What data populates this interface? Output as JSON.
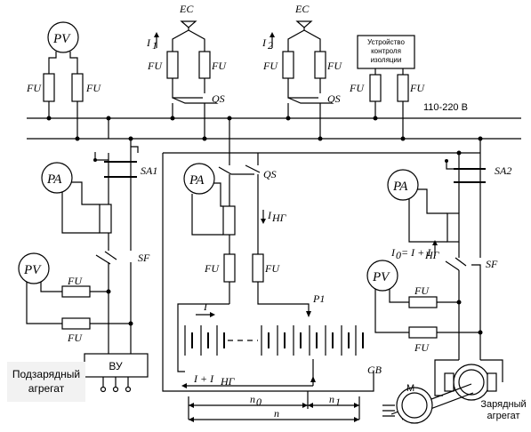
{
  "meters": {
    "pv": "PV",
    "pa": "PA"
  },
  "fuse": "FU",
  "load": {
    "ec": "EC",
    "i1": "I",
    "i1_sub": "1",
    "i2": "I",
    "i2_sub": "2"
  },
  "switches": {
    "qs": "QS",
    "sa1": "SA1",
    "sa2": "SA2",
    "sf": "SF",
    "p1": "P1"
  },
  "insulation_monitor": {
    "line1": "Устройство",
    "line2": "контроля",
    "line3": "изоляции"
  },
  "bus_voltage": "110-220 В",
  "currents": {
    "i_ng": "I",
    "i_ng_sub": "НГ",
    "i0_formula": "I",
    "i0_sub": "0",
    "i0_rest": "= I + I",
    "i0_rest_sub": "НГ",
    "i": "I",
    "i_plus": "I + I",
    "i_plus_sub": "НГ"
  },
  "battery": {
    "gb": "GB",
    "n0": "n",
    "n0_sub": "0",
    "n1": "n",
    "n1_sub": "1",
    "n": "n"
  },
  "rectifier": "ВУ",
  "charger_left": {
    "line1": "Подзарядный",
    "line2": "агрегат"
  },
  "charger_right": {
    "line1": "Зарядный",
    "line2": "агрегат"
  },
  "motor": "М"
}
